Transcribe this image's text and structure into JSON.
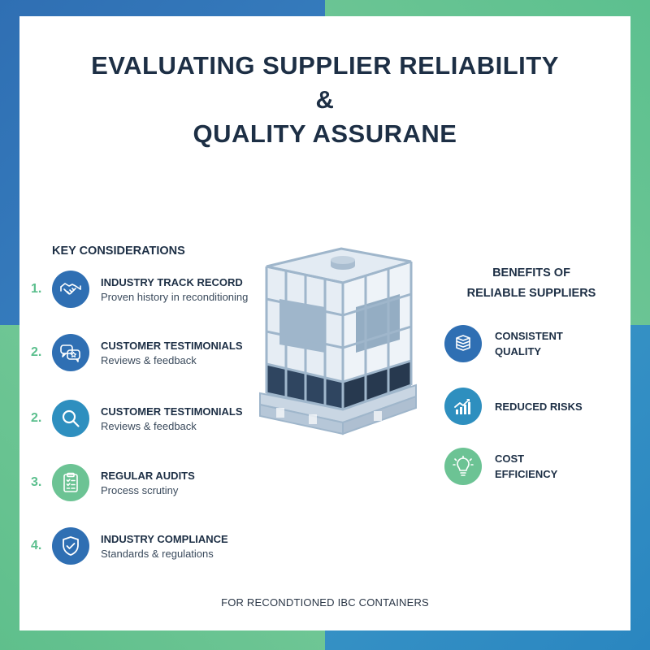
{
  "title": {
    "line1": "EVALUATING SUPPLIER RELIABILITY",
    "line2": "&",
    "line3": "QUALITY ASSURANE"
  },
  "key_considerations": {
    "heading": "KEY CONSIDERATIONS",
    "items": [
      {
        "number": "1.",
        "title": "INDUSTRY TRACK RECORD",
        "subtitle": "Proven history in reconditioning",
        "icon": "handshake-icon"
      },
      {
        "number": "2.",
        "title": "CUSTOMER TESTIMONIALS",
        "subtitle": "Reviews & feedback",
        "icon": "chat-bubbles-icon"
      },
      {
        "number": "2.",
        "title": "CUSTOMER TESTIMONIALS",
        "subtitle": "Reviews & feedback",
        "icon": "magnifier-icon"
      },
      {
        "number": "3.",
        "title": "REGULAR AUDITS",
        "subtitle": "Process scrutiny",
        "icon": "clipboard-icon"
      },
      {
        "number": "4.",
        "title": "INDUSTRY COMPLIANCE",
        "subtitle": "Standards & regulations",
        "icon": "shield-check-icon"
      }
    ]
  },
  "benefits": {
    "heading_line1": "BENEFITS OF",
    "heading_line2": "RELIABLE SUPPLIERS",
    "items": [
      {
        "label_line1": "CONSISTENT",
        "label_line2": "QUALITY",
        "icon": "stack-icon"
      },
      {
        "label_line1": "REDUCED RISKS",
        "label_line2": "",
        "icon": "growth-chart-icon"
      },
      {
        "label_line1": "COST EFFICIENCY",
        "label_line2": "",
        "icon": "lightbulb-icon"
      }
    ]
  },
  "footer": "FOR RECONDTIONED IBC CONTAINERS",
  "colors": {
    "navy": "#1d2f45",
    "blue": "#2f6fb3",
    "green": "#6cc394",
    "teal": "#2e8fbf"
  }
}
